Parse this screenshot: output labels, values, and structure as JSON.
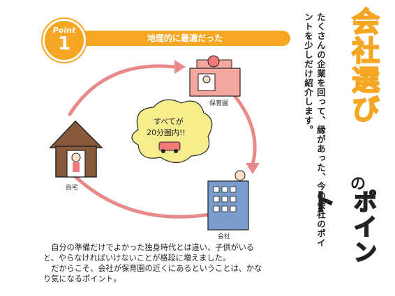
{
  "badge": {
    "word": "Point",
    "number": "1"
  },
  "header": {
    "title": "地理的に最適だった"
  },
  "illustration": {
    "home_label": "自宅",
    "nursery_label": "保育園",
    "company_label": "会社",
    "bubble_line1": "すべてが",
    "bubble_line2": "20分圏内!!"
  },
  "caption": {
    "line1": "自分の準備だけでよかった独身時代とは違い、子供がいる",
    "line2": "と、やらなければいけないことが格段に増えました。",
    "line3": "だからこそ、会社が保育園の近くにあるということは、かな",
    "line4": "り気になるポイント。"
  },
  "side": {
    "title_kanji": "会社選び",
    "title_no": "の",
    "title_kana": "ポイント",
    "intro": "たくさんの企業を回って、縁があった、今の会社のポイントを少しだけ紹介します。"
  },
  "colors": {
    "accent": "#f5a623",
    "arrow": "#e88a8a",
    "bubble": "#f6ee8c"
  }
}
